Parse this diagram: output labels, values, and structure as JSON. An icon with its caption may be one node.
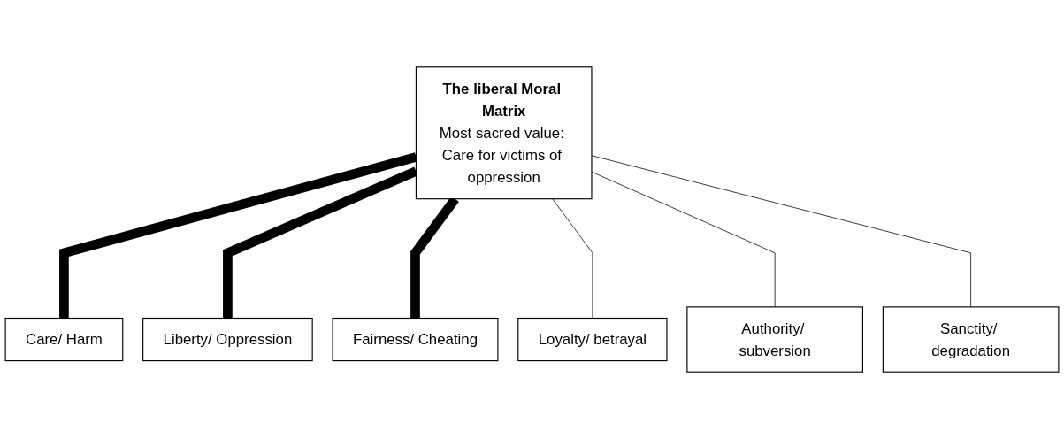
{
  "diagram": {
    "nodes": [
      {
        "text": [
          "The liberal Moral Matrix",
          "Most sacred value: Care for victims of oppression"
        ]
      },
      {
        "text": [
          "Care/ Harm"
        ]
      },
      {
        "text": [
          "Liberty/ Oppression"
        ]
      },
      {
        "text": [
          "Fairness/ Cheating"
        ]
      },
      {
        "text": [
          "Loyalty/ betrayal"
        ]
      },
      {
        "text": [
          "Authority/ subversion"
        ]
      },
      {
        "text": [
          "Sanctity/ degradation"
        ]
      }
    ],
    "edges": [
      {
        "from": 0,
        "to": 1,
        "arrow": "none",
        "style": "thick"
      },
      {
        "from": 0,
        "to": 2,
        "arrow": "none",
        "style": "thick"
      },
      {
        "from": 0,
        "to": 3,
        "arrow": "none",
        "style": "thick"
      },
      {
        "from": 0,
        "to": 4,
        "arrow": "none"
      },
      {
        "from": 0,
        "to": 5,
        "arrow": "none"
      },
      {
        "from": 0,
        "to": 6,
        "arrow": "none"
      }
    ]
  }
}
